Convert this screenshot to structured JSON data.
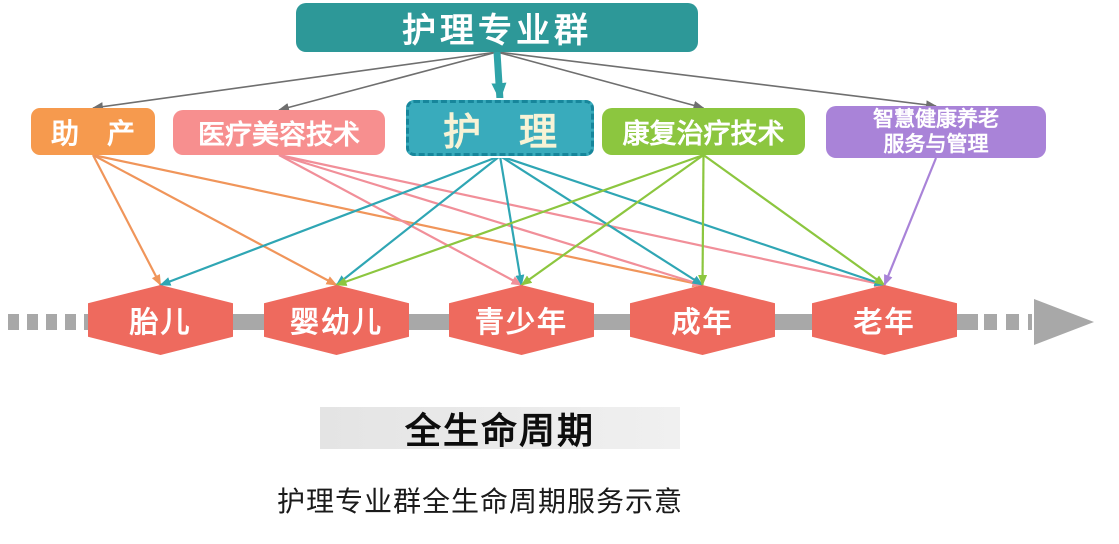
{
  "root": {
    "label": "护理专业群"
  },
  "majors": [
    {
      "id": "zhuchan",
      "label": "助　产"
    },
    {
      "id": "meirong",
      "label": "医疗美容技术"
    },
    {
      "id": "huli",
      "label": "护　理"
    },
    {
      "id": "kangfu",
      "label": "康复治疗技术"
    },
    {
      "id": "zhihui",
      "line1": "智慧健康养老",
      "line2": "服务与管理"
    }
  ],
  "stages": [
    {
      "id": "taier",
      "label": "胎儿"
    },
    {
      "id": "yingyouer",
      "label": "婴幼儿"
    },
    {
      "id": "qingshaonian",
      "label": "青少年"
    },
    {
      "id": "chengnian",
      "label": "成年"
    },
    {
      "id": "laonian",
      "label": "老年"
    }
  ],
  "lifecycle": {
    "label": "全生命周期"
  },
  "caption": {
    "text": "护理专业群全生命周期服务示意"
  },
  "colors": {
    "gray": "#6f6f6f",
    "orange": "#f0955a",
    "pink": "#f18f99",
    "teal": "#2fa6b4",
    "green": "#8cc63f",
    "purple": "#a983d8",
    "root_arrow": "#2fa3a8",
    "timeline": "#a8a8a8",
    "hexagon": "#ee6a5e"
  },
  "edges": [
    {
      "from": "root",
      "to": "zhuchan",
      "color": "gray"
    },
    {
      "from": "root",
      "to": "meirong",
      "color": "gray"
    },
    {
      "from": "root",
      "to": "kangfu",
      "color": "gray"
    },
    {
      "from": "root",
      "to": "zhihui",
      "color": "gray"
    },
    {
      "from": "root",
      "to": "huli",
      "color": "root_arrow"
    },
    {
      "from": "zhuchan",
      "to": "taier",
      "color": "orange"
    },
    {
      "from": "zhuchan",
      "to": "yingyouer",
      "color": "orange"
    },
    {
      "from": "zhuchan",
      "to": "chengnian",
      "color": "orange"
    },
    {
      "from": "meirong",
      "to": "qingshaonian",
      "color": "pink"
    },
    {
      "from": "meirong",
      "to": "chengnian",
      "color": "pink"
    },
    {
      "from": "meirong",
      "to": "laonian",
      "color": "pink"
    },
    {
      "from": "huli",
      "to": "taier",
      "color": "teal"
    },
    {
      "from": "huli",
      "to": "yingyouer",
      "color": "teal"
    },
    {
      "from": "huli",
      "to": "qingshaonian",
      "color": "teal"
    },
    {
      "from": "huli",
      "to": "chengnian",
      "color": "teal"
    },
    {
      "from": "huli",
      "to": "laonian",
      "color": "teal"
    },
    {
      "from": "kangfu",
      "to": "yingyouer",
      "color": "green"
    },
    {
      "from": "kangfu",
      "to": "qingshaonian",
      "color": "green"
    },
    {
      "from": "kangfu",
      "to": "chengnian",
      "color": "green"
    },
    {
      "from": "kangfu",
      "to": "laonian",
      "color": "green"
    },
    {
      "from": "zhihui",
      "to": "laonian",
      "color": "purple"
    }
  ]
}
